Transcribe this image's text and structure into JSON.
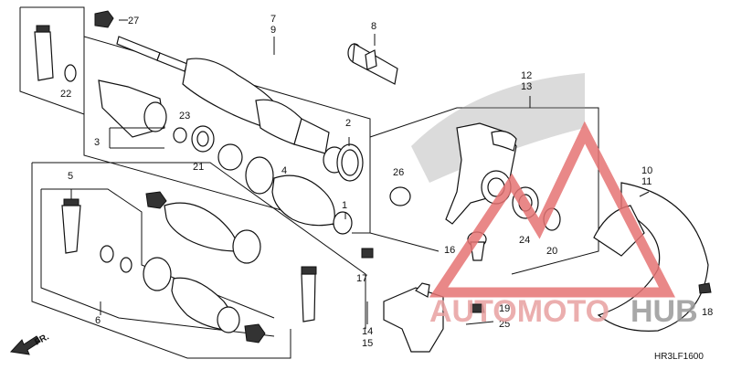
{
  "diagram": {
    "callouts": {
      "c1": "1",
      "c2": "2",
      "c3": "3",
      "c4": "4",
      "c5": "5",
      "c6": "6",
      "c7": "7",
      "c8": "8",
      "c9": "9",
      "c10": "10",
      "c11": "11",
      "c12": "12",
      "c13": "13",
      "c14": "14",
      "c15": "15",
      "c16": "16",
      "c17": "17",
      "c18": "18",
      "c19": "19",
      "c20": "20",
      "c21": "21",
      "c22": "22",
      "c23": "23",
      "c24": "24",
      "c25": "25",
      "c26": "26",
      "c27": "27"
    },
    "front_arrow_label": "FR.",
    "diagram_code": "HR3LF1600"
  },
  "watermark": {
    "text_left": "AUTOMOTO",
    "text_right": "HUB",
    "color_left": "#e8a0a0",
    "color_right": "#9a9a9a",
    "logo_color": "#e57373"
  }
}
